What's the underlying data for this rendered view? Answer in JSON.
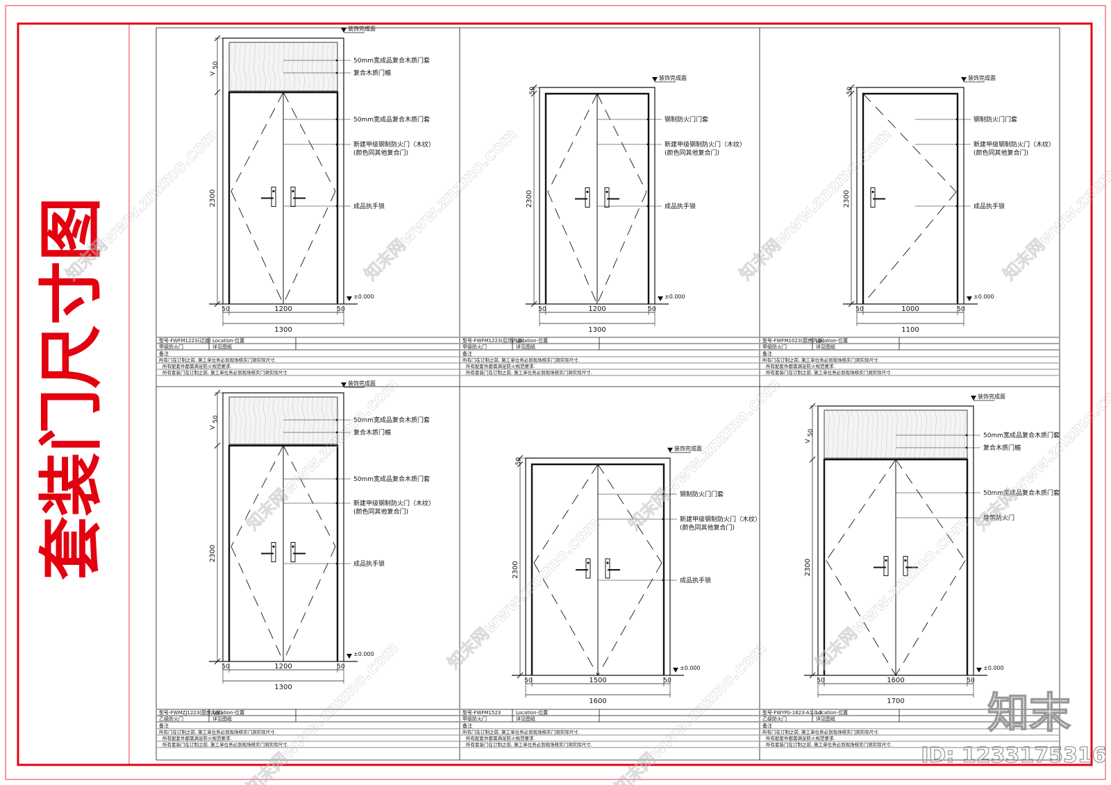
{
  "sheet": {
    "title": "套装门尺寸图",
    "accent_color": "#e3000f",
    "line_color": "#111111"
  },
  "common": {
    "finish_level": "装饰完成面",
    "datum": "±0.000",
    "arrow_v": "V",
    "location_label": "Location-位置",
    "detail_label": "详见图纸",
    "remarks_label": "备注",
    "note_1": "所有门在订制之前, 施工单位务必到现场核实门洞实际尺寸.",
    "note_2": "所有配套件都需满足防火规范要求.",
    "note_3": "所有套装门在订制之前, 施工单位务必到现场核实门洞实际尺寸."
  },
  "doors": [
    {
      "code": "型号-FWFM1223(过道)",
      "type_name": "甲级防火门",
      "height_dim": "2300",
      "top_dim": "50",
      "width_dims": [
        "50",
        "1200",
        "50"
      ],
      "total_width": "1300",
      "annotations": [
        "50mm宽成品复合木质门套",
        "复合木质门楣",
        "50mm宽成品复合木质门套",
        "新建甲级钢制防火门（木纹）",
        "(颜色同其他复合门)",
        "成品执手锁"
      ]
    },
    {
      "code": "型号-FWFM1223(后场内部)",
      "type_name": "甲级防火门",
      "height_dim": "2300",
      "top_dim": "50",
      "width_dims": [
        "50",
        "1200",
        "50"
      ],
      "total_width": "1300",
      "annotations": [
        "钢制防火门门套",
        "新建甲级钢制防火门（木纹）",
        "(颜色同其他复合门)",
        "成品执手锁"
      ]
    },
    {
      "code": "型号-FWFM1023(厨房内部)",
      "type_name": "甲级防火门",
      "height_dim": "2300",
      "top_dim": "50",
      "width_dims": [
        "50",
        "1000",
        "50"
      ],
      "total_width": "1100",
      "annotations": [
        "钢制防火门门套",
        "新建甲级钢制防火门（木纹）",
        "(颜色同其他复合门)",
        "成品执手锁"
      ]
    },
    {
      "code": "型号-FWMZJ1223(厨房内部)",
      "type_name": "乙级防火门",
      "height_dim": "2300",
      "top_dim": "50",
      "width_dims": [
        "50",
        "1200",
        "50"
      ],
      "total_width": "1300",
      "annotations": [
        "50mm宽成品复合木质门套",
        "复合木质门楣",
        "50mm宽成品复合木质门套",
        "新建甲级钢制防火门（木纹）",
        "(颜色同其他复合门)",
        "成品执手锁"
      ]
    },
    {
      "code": "型号-FWFM1523",
      "type_name": "甲级防火门",
      "height_dim": "2300",
      "top_dim": "50",
      "width_dims": [
        "50",
        "1500",
        "50"
      ],
      "total_width": "1600",
      "annotations": [
        "钢制防火门门套",
        "新建甲级钢制防火门（木纹）",
        "(颜色同其他复合门)",
        "成品执手锁"
      ]
    },
    {
      "code": "型号-FWYFb-1623-A1.0-2",
      "type_name": "乙级防火门",
      "height_dim": "2300",
      "top_dim": "50",
      "width_dims": [
        "50",
        "1600",
        "50"
      ],
      "total_width": "1700",
      "annotations": [
        "50mm宽成品复合木质门套",
        "复合木质门楣",
        "50mm宽成品复合木质门套",
        "建筑防火门"
      ]
    }
  ],
  "watermark": {
    "text": "知末网www.znzmo.com",
    "brand": "知末",
    "id_label": "ID: 1233175316"
  }
}
